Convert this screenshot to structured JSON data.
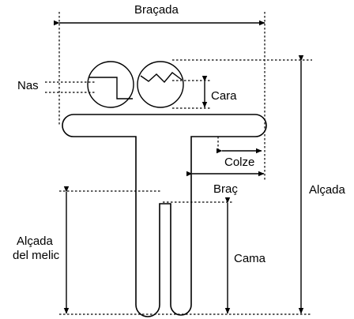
{
  "labels": {
    "bracada": "Braçada",
    "nas": "Nas",
    "cara": "Cara",
    "colze": "Colze",
    "brac": "Braç",
    "alcada": "Alçada",
    "alcada_melic_line1": "Alçada",
    "alcada_melic_line2": "del melic",
    "cama": "Cama"
  }
}
